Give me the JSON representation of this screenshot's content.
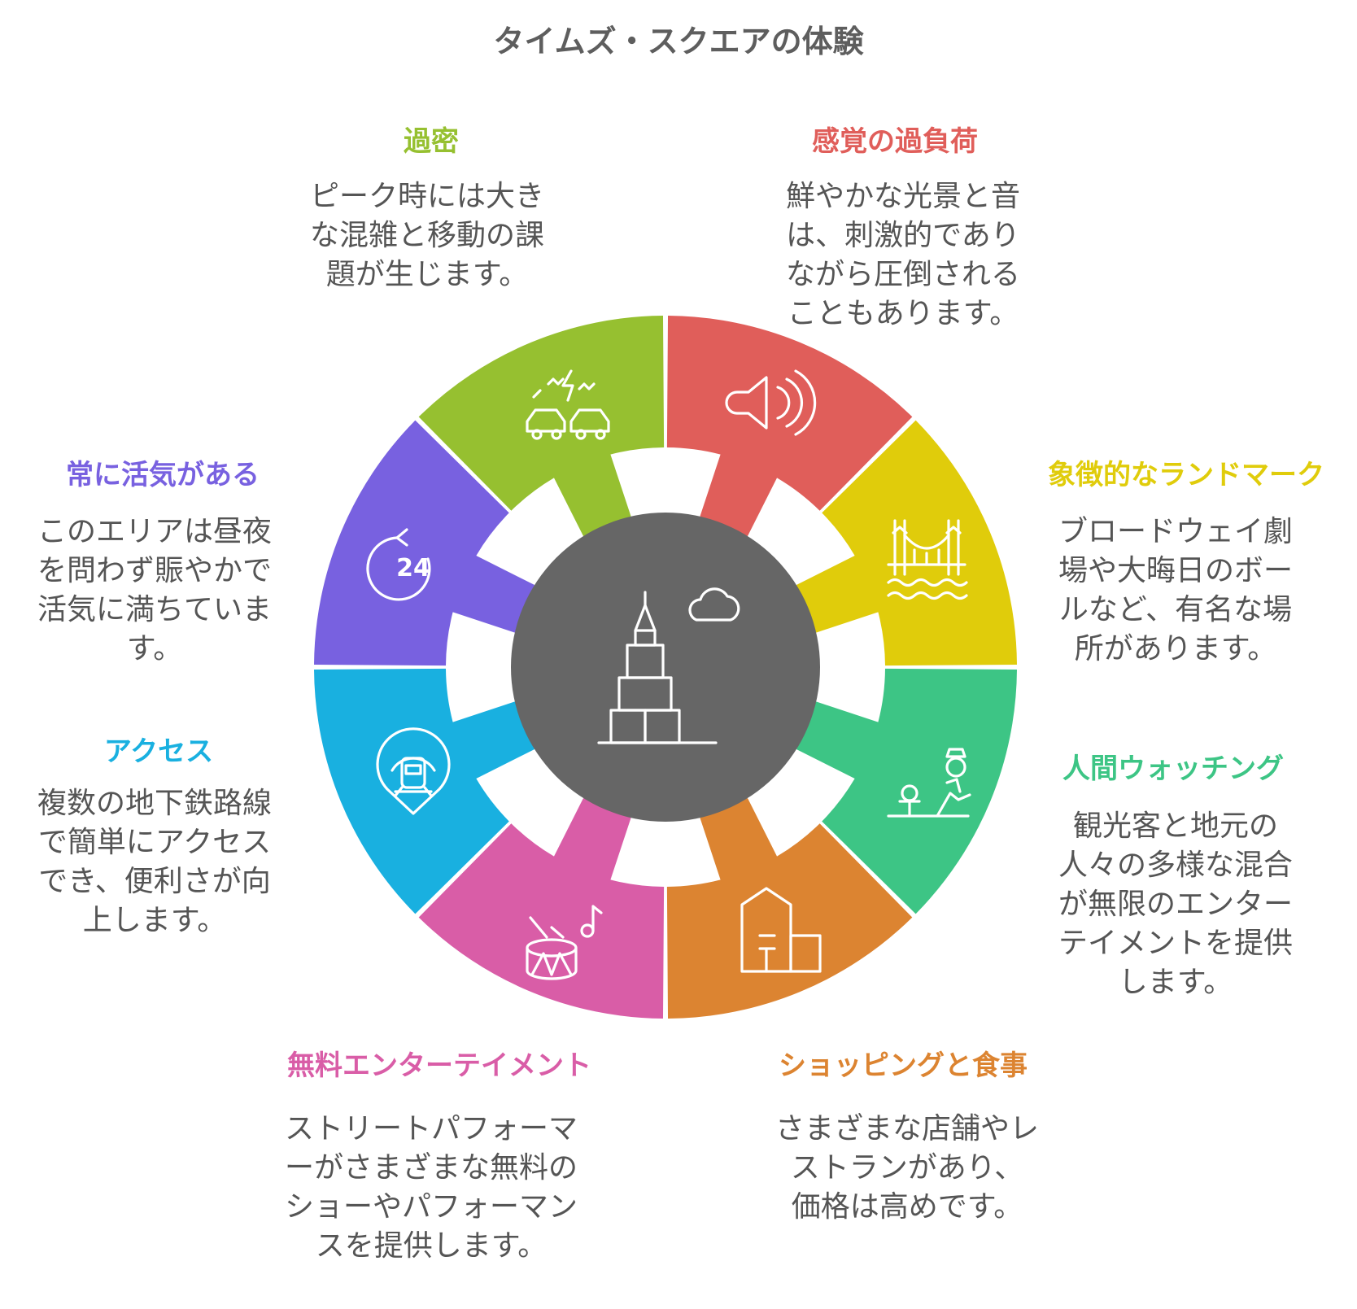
{
  "title": "タイムズ・スクエアの体験",
  "center": {
    "icon": "skyscraper-icon",
    "color": "#666666"
  },
  "segments": [
    {
      "id": "overload",
      "label": "感覚の過負荷",
      "color": "#e05e5a",
      "icon": "speaker-icon",
      "desc": [
        "鮮やかな光景と音",
        "は、刺激的であり",
        "ながら圧倒される",
        "こともあります。"
      ]
    },
    {
      "id": "landmark",
      "label": "象徴的なランドマーク",
      "color": "#e0cc0b",
      "icon": "bridge-icon",
      "desc": [
        "ブロードウェイ劇",
        "場や大晦日のボー",
        "ルなど、有名な場",
        "所があります。"
      ]
    },
    {
      "id": "people",
      "label": "人間ウォッチング",
      "color": "#3dc585",
      "icon": "people-watching-icon",
      "desc": [
        "観光客と地元の",
        "人々の多様な混合",
        "が無限のエンター",
        "テイメントを提供",
        "します。"
      ]
    },
    {
      "id": "shopping",
      "label": "ショッピングと食事",
      "color": "#dc8431",
      "icon": "shops-icon",
      "desc": [
        "さまざまな店舗やレ",
        "ストランがあり、",
        "価格は高めです。"
      ]
    },
    {
      "id": "entertainment",
      "label": "無料エンターテイメント",
      "color": "#d95da7",
      "icon": "drum-music-icon",
      "desc": [
        "ストリートパフォーマ",
        "ーがさまざまな無料の",
        "ショーやパフォーマン",
        "スを提供します。"
      ]
    },
    {
      "id": "access",
      "label": "アクセス",
      "color": "#19b0e0",
      "icon": "subway-icon",
      "desc": [
        "複数の地下鉄路線",
        "で簡単にアクセス",
        "でき、便利さが向",
        "上します。"
      ]
    },
    {
      "id": "lively",
      "label": "常に活気がある",
      "color": "#7861e0",
      "icon": "24-hour-icon",
      "desc": [
        "このエリアは昼夜",
        "を問わず賑やかで",
        "活気に満ちていま",
        "す。"
      ]
    },
    {
      "id": "crowd",
      "label": "過密",
      "color": "#96c030",
      "icon": "traffic-jam-icon",
      "desc": [
        "ピーク時には大き",
        "な混雑と移動の課",
        "題が生じます。"
      ]
    }
  ]
}
